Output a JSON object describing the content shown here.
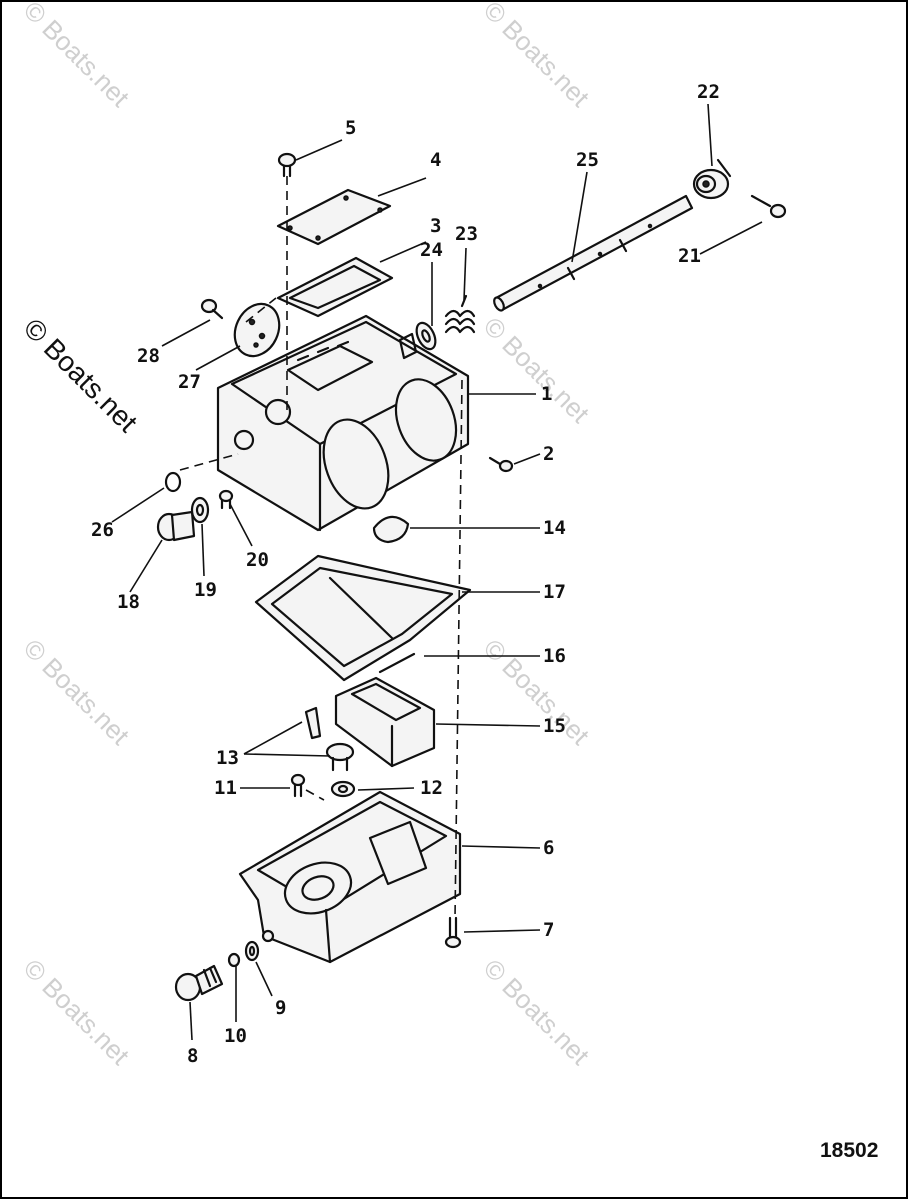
{
  "figure_number": "18502",
  "watermark": "© Boats.net",
  "callouts": [
    {
      "id": "c1",
      "label": "1"
    },
    {
      "id": "c2",
      "label": "2"
    },
    {
      "id": "c3",
      "label": "3"
    },
    {
      "id": "c4",
      "label": "4"
    },
    {
      "id": "c5",
      "label": "5"
    },
    {
      "id": "c6",
      "label": "6"
    },
    {
      "id": "c7",
      "label": "7"
    },
    {
      "id": "c8",
      "label": "8"
    },
    {
      "id": "c9",
      "label": "9"
    },
    {
      "id": "c10",
      "label": "10"
    },
    {
      "id": "c11",
      "label": "11"
    },
    {
      "id": "c12",
      "label": "12"
    },
    {
      "id": "c13",
      "label": "13"
    },
    {
      "id": "c14",
      "label": "14"
    },
    {
      "id": "c15",
      "label": "15"
    },
    {
      "id": "c16",
      "label": "16"
    },
    {
      "id": "c17",
      "label": "17"
    },
    {
      "id": "c18",
      "label": "18"
    },
    {
      "id": "c19",
      "label": "19"
    },
    {
      "id": "c20",
      "label": "20"
    },
    {
      "id": "c21",
      "label": "21"
    },
    {
      "id": "c22",
      "label": "22"
    },
    {
      "id": "c23",
      "label": "23"
    },
    {
      "id": "c24",
      "label": "24"
    },
    {
      "id": "c25",
      "label": "25"
    },
    {
      "id": "c26",
      "label": "26"
    },
    {
      "id": "c27",
      "label": "27"
    },
    {
      "id": "c28",
      "label": "28"
    }
  ]
}
